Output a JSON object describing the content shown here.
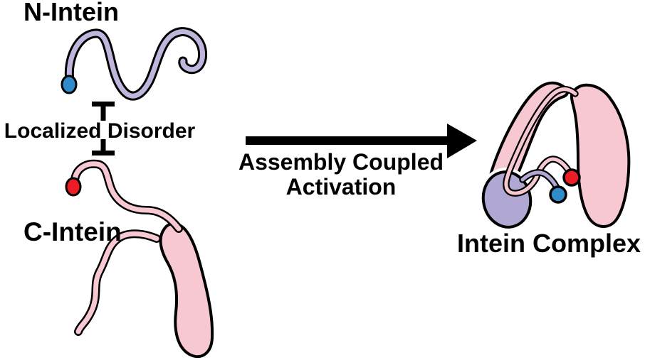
{
  "labels": {
    "n_intein": "N-Intein",
    "c_intein": "C-Intein",
    "localized_disorder": "Localized Disorder",
    "arrow_line1": "Assembly Coupled",
    "arrow_line2": "Activation",
    "intein_complex": "Intein Complex"
  },
  "colors": {
    "background": "#ffffff",
    "outline": "#000000",
    "text": "#000000",
    "lavender_strand": "#c0b6dd",
    "purple_domain": "#b1a7d3",
    "pink": "#f8c8d2",
    "blue_dot": "#2f8bca",
    "red_dot": "#ee1c25"
  }
}
